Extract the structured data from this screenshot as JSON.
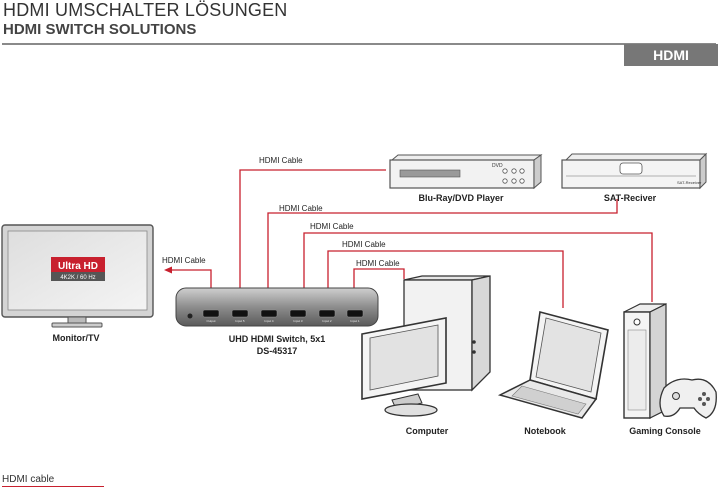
{
  "header": {
    "title_de": "HDMI UMSCHALTER LÖSUNGEN",
    "title_en": "HDMI SWITCH SOLUTIONS",
    "tab": "HDMI"
  },
  "devices": {
    "monitor": "Monitor/TV",
    "switch_name": "UHD HDMI Switch, 5x1",
    "switch_model": "DS-45317",
    "bluray": "Blu-Ray/DVD Player",
    "sat": "SAT-Reciver",
    "computer": "Computer",
    "notebook": "Notebook",
    "console": "Gaming Console"
  },
  "badge": {
    "main": "Ultra HD",
    "sub": "4K2K / 60 Hz"
  },
  "cables": {
    "c_monitor": "HDMI Cable",
    "c_bluray": "HDMI Cable",
    "c_sat": "HDMI Cable",
    "c_computer": "HDMI Cable",
    "c_notebook": "HDMI Cable",
    "c_console": "HDMI Cable"
  },
  "switch_ports": [
    "Output",
    "Input 5",
    "Input 4",
    "Input 3",
    "Input 2",
    "Input 1"
  ],
  "sat_brand": "SAT-Receiver",
  "legend": {
    "label": "HDMI cable"
  },
  "colors": {
    "cable": "#c8202e",
    "tab_bg": "#777777",
    "badge": "#c8202e"
  }
}
